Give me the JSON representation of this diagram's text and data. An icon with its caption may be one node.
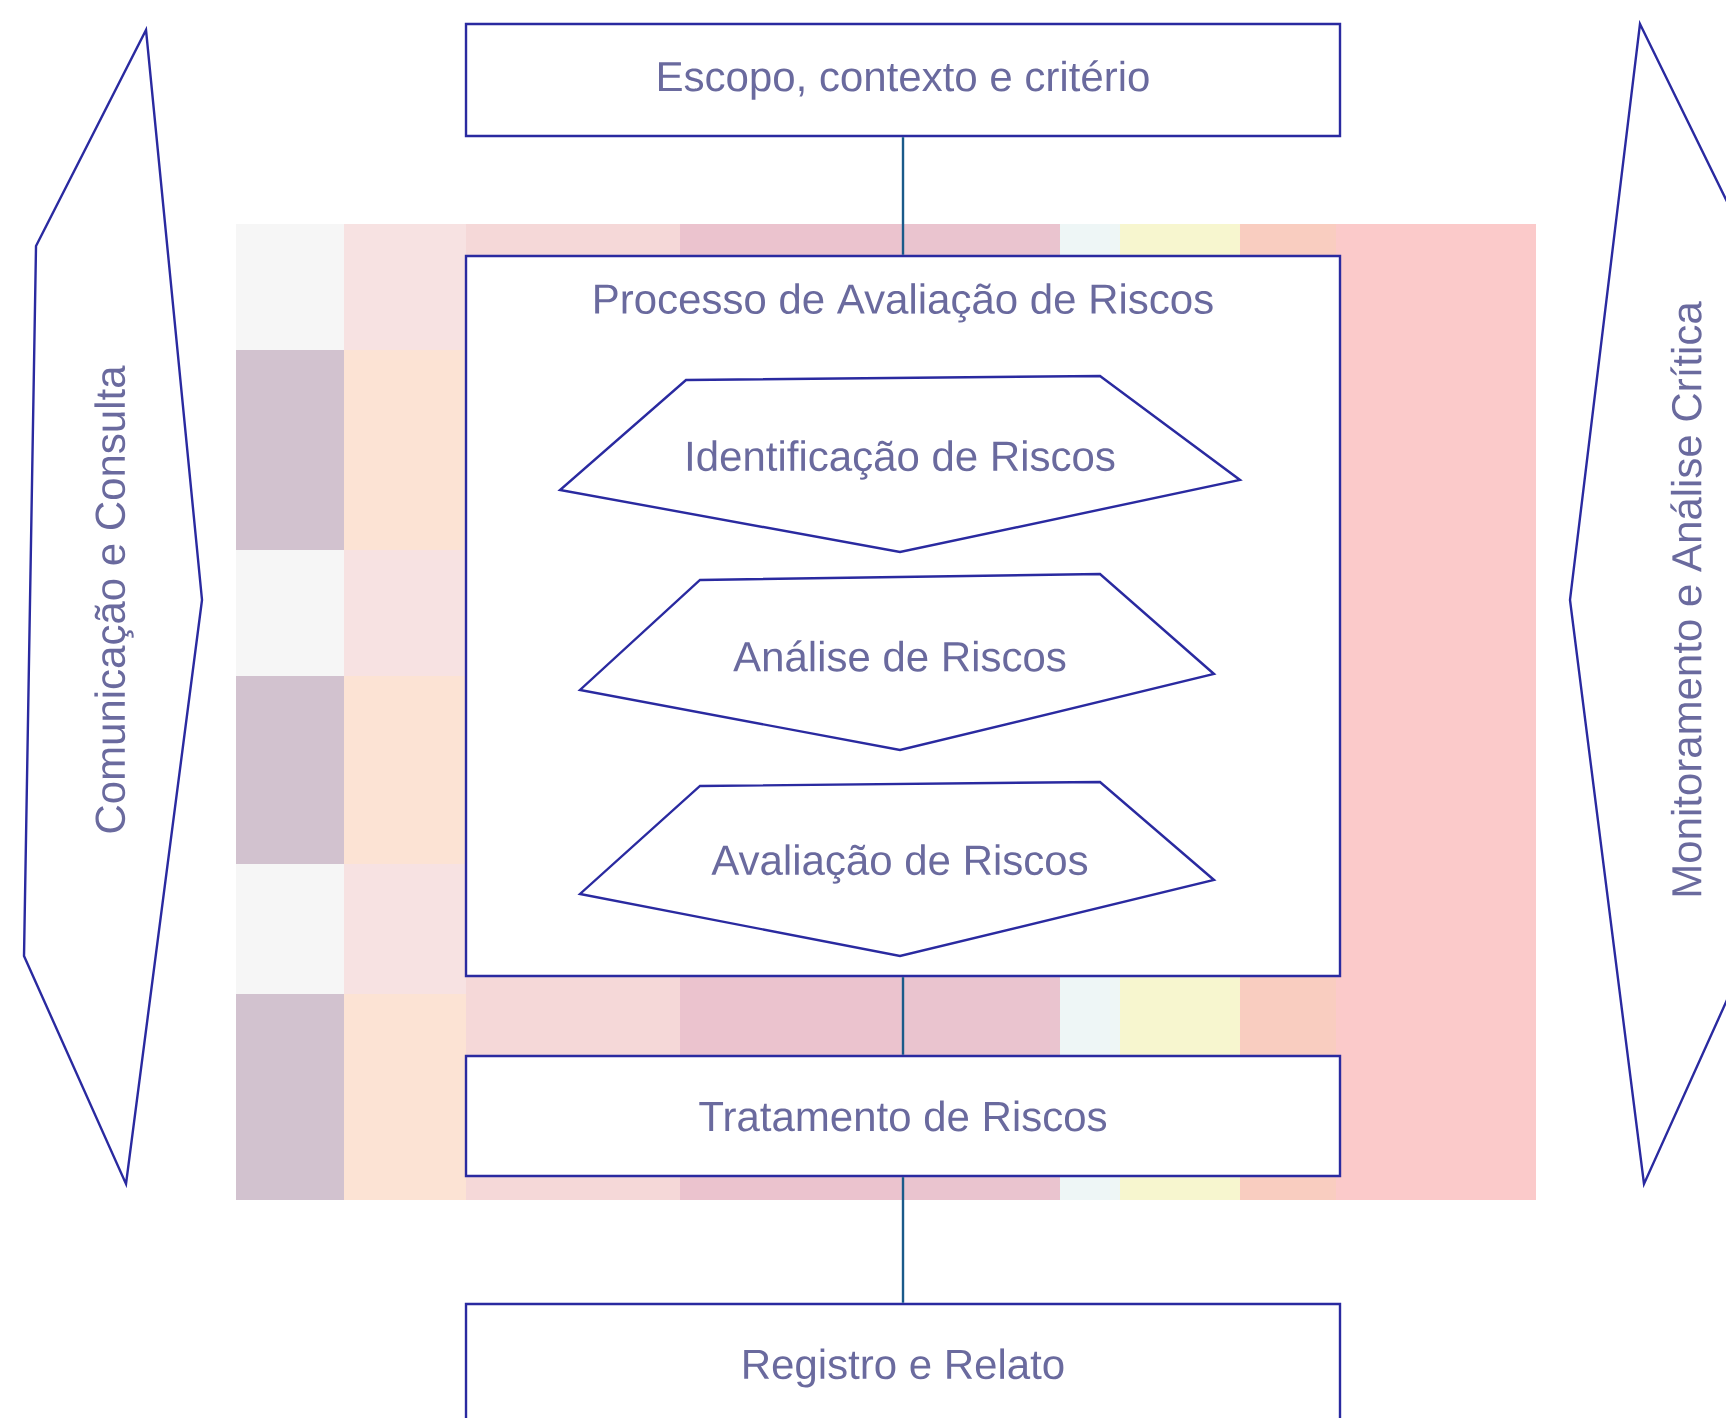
{
  "diagram": {
    "nodes": [
      {
        "text": [
          "Comunicação e Consulta"
        ]
      },
      {
        "text": [
          "Escopo, contexto e critério"
        ]
      },
      {
        "text": [
          "Processo de Avaliação de Riscos"
        ]
      },
      {
        "text": [
          "Identificação de Riscos"
        ],
        "in": 2
      },
      {
        "text": [
          "Análise de Riscos"
        ],
        "in": 2
      },
      {
        "text": [
          "Avaliação de Riscos"
        ],
        "in": 2
      },
      {
        "text": [
          "Tratamento de Riscos"
        ]
      },
      {
        "text": [
          "Registro e Relato"
        ]
      },
      {
        "text": [
          "Monitoramento e Análise Crítica"
        ]
      }
    ],
    "edges": [
      {
        "from": 1,
        "to": 2,
        "arrow": "none"
      },
      {
        "from": 2,
        "to": 6,
        "arrow": "none"
      },
      {
        "from": 6,
        "to": 7,
        "arrow": "none"
      }
    ]
  }
}
